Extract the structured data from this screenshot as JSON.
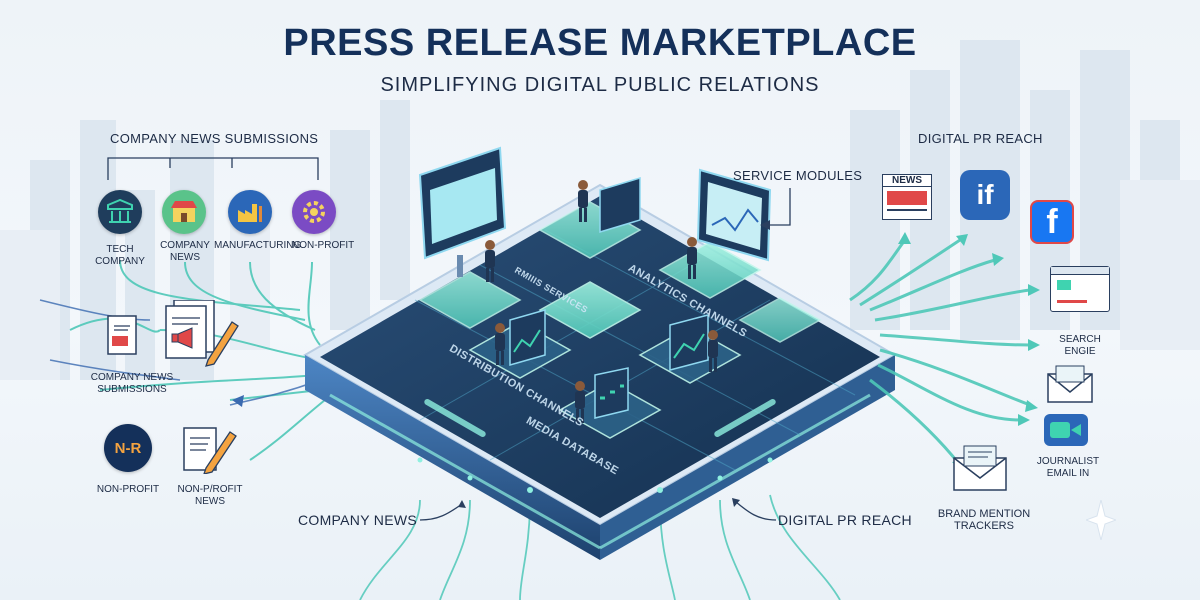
{
  "header": {
    "title": "PRESS RELEASE MARKETPLACE",
    "subtitle": "SIMPLIFYING DIGITAL PUBLIC RELATIONS"
  },
  "left": {
    "group_heading": "COMPANY NEWS SUBMISSIONS",
    "categories": [
      {
        "icon": "tech-company-icon",
        "label_line1": "TECH",
        "label_line2": "COMPANY"
      },
      {
        "icon": "storefront-icon",
        "label_line1": "COMPANY",
        "label_line2": "NEWS"
      },
      {
        "icon": "factory-icon",
        "label_line1": "MANUFACTURING",
        "label_line2": ""
      },
      {
        "icon": "gear-icon",
        "label_line1": "NON-PROFIT",
        "label_line2": ""
      }
    ],
    "submissions_label_line1": "COMPANY NEWS",
    "submissions_label_line2": "SUBMISSIONS",
    "nonprofit_logo_text": "N-R",
    "nonprofit_label": "NON-PROFIT",
    "nonprofit_news_label_line1": "NON-P/ROFIT",
    "nonprofit_news_label_line2": "NEWS"
  },
  "platform": {
    "service_modules_label": "SERVICE MODULES",
    "tiles": {
      "distribution": "DISTRIBUTION CHANNELS",
      "analytics": "ANALYTICS CHANNELS",
      "media": "MEDIA DATABASE",
      "services": "RMIIIS SERVICES"
    }
  },
  "right": {
    "heading": "DIGITAL PR REACH",
    "news_badge": "NEWS",
    "social_glyph": "if",
    "fb_glyph": "f",
    "search_label_line1": "SEARCH",
    "search_label_line2": "ENGIE",
    "journalist_label_line1": "JOURNALIST",
    "journalist_label_line2": "EMAIL IN",
    "brand_label_line1": "BRAND MENTION",
    "brand_label_line2": "TRACKERS"
  },
  "footer": {
    "company_news": "COMPANY NEWS",
    "digital_pr_reach": "DIGITAL PR REACH"
  },
  "colors": {
    "title": "#14305a",
    "accent_teal": "#3fd3b0",
    "platform_dark": "#1c3a5e",
    "platform_mid": "#2d5f8f",
    "facebook_blue": "#1877f2"
  }
}
